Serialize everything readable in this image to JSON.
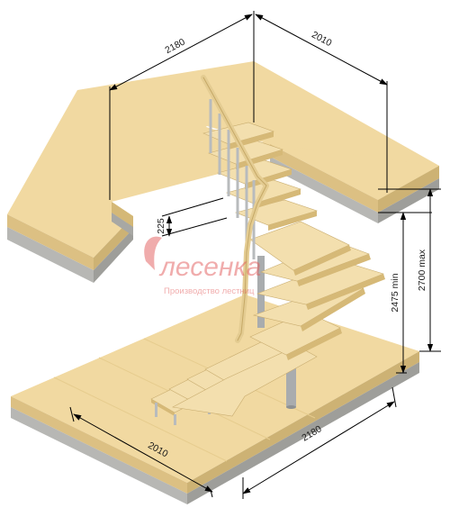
{
  "dimensions": {
    "top_left_width": "2180",
    "top_right_depth": "2010",
    "step_rise": "225",
    "floor_height_min": "2475 min",
    "floor_height_max": "2700 max",
    "bottom_left_depth": "2010",
    "bottom_right_width": "2180"
  },
  "watermark": {
    "brand": "лесенка",
    "tagline": "Производство лестниц"
  },
  "colors": {
    "wood_top": "#f1d9a1",
    "wood_side": "#d7bb7a",
    "slab_edge": "#b7b7b4",
    "slab_edge_dark": "#9c9c98",
    "metal": "#b8bbbd",
    "dimension_line": "#000000",
    "watermark": "#e35b5b"
  }
}
